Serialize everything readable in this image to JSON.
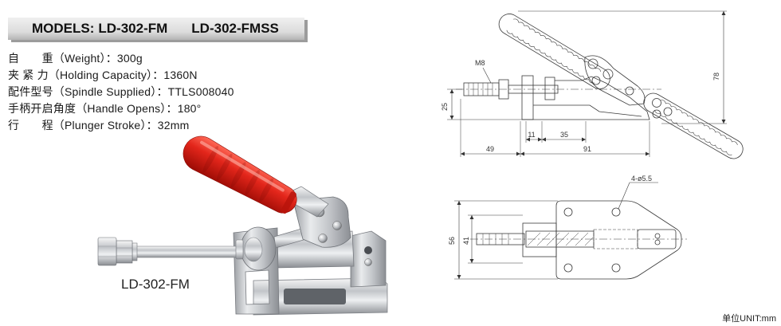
{
  "header": {
    "prefix": "MODELS:",
    "models": [
      "LD-302-FM",
      "LD-302-FMSS"
    ]
  },
  "specs": [
    "自　　重（Weight）：300g",
    "夹 紧 力（Holding Capacity）：1360N",
    "配件型号（Spindle Supplied）：TTLS008040",
    "手柄开启角度（Handle Opens）：180°",
    "行　　程（Plunger Stroke）：32mm"
  ],
  "photo": {
    "label": "LD-302-FM"
  },
  "drawings": {
    "side_view": {
      "thread": "M8",
      "dim_25": "25",
      "dim_78": "78",
      "dim_11": "11",
      "dim_35": "35",
      "dim_49": "49",
      "dim_91": "91"
    },
    "top_view": {
      "holes": "4-ø5.5",
      "dim_56": "56",
      "dim_41": "41"
    }
  },
  "unit": "单位UNIT:mm",
  "colors": {
    "handle": "#d91f16",
    "banner": "#d6d6d6",
    "line": "#333333"
  }
}
